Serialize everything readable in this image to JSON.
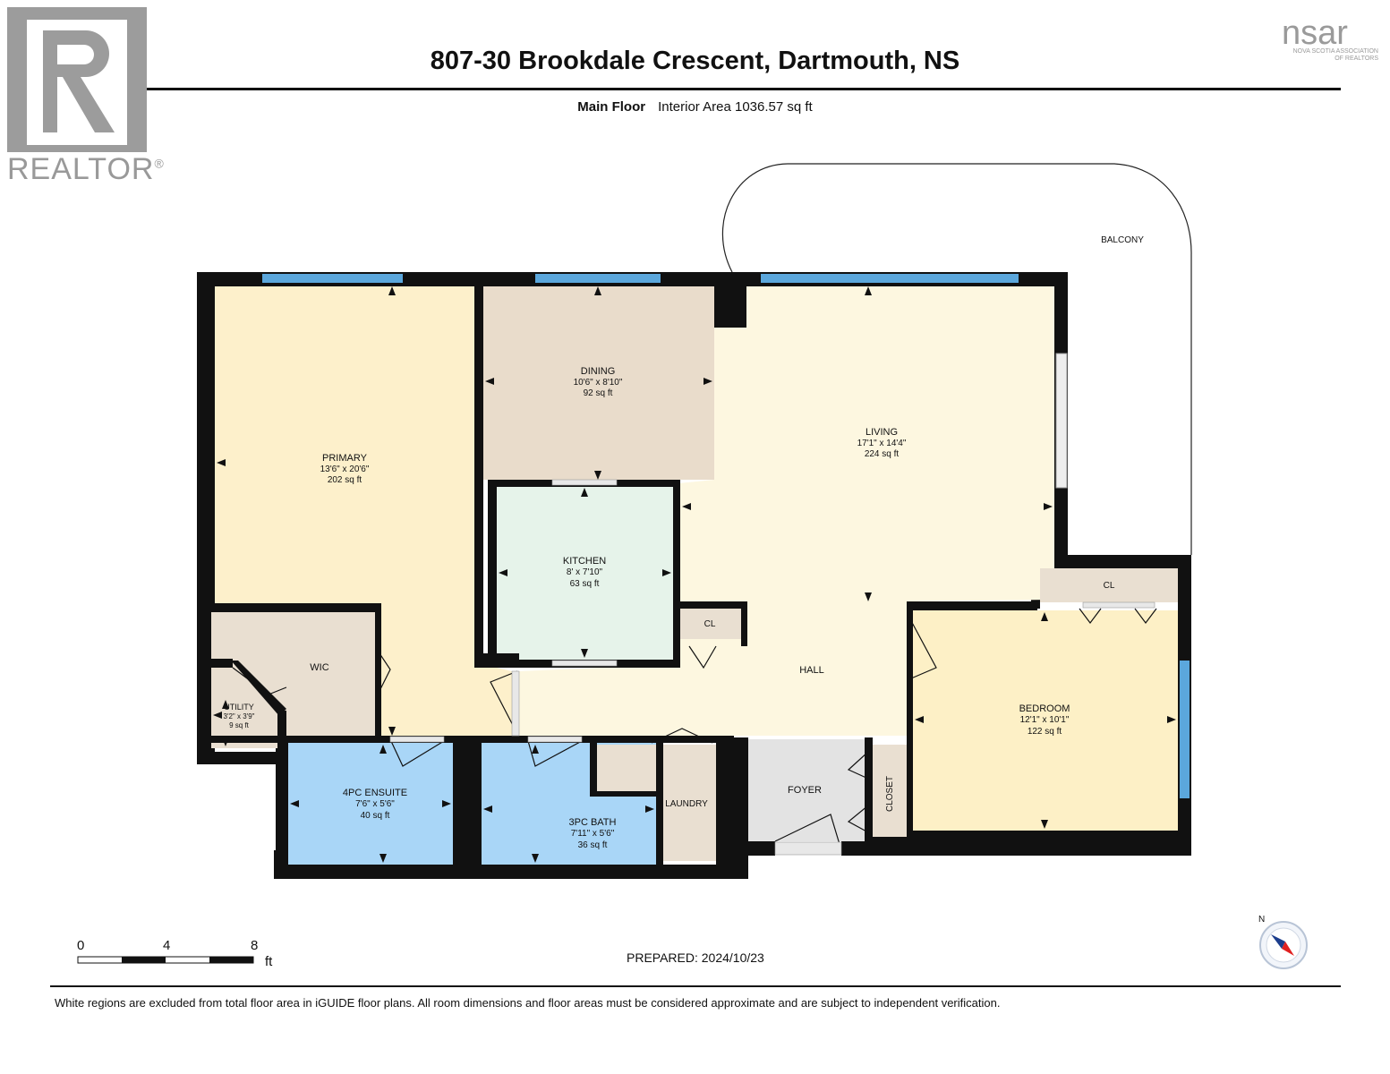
{
  "header": {
    "title": "807-30 Brookdale Crescent, Dartmouth, NS",
    "floor_label": "Main Floor",
    "area_text": "Interior Area 1036.57 sq ft"
  },
  "logos": {
    "realtor_text": "REALTOR",
    "realtor_mark": "®",
    "nsar_text": "nsar",
    "nsar_subtext": "NOVA SCOTIA ASSOCIATION OF REALTORS"
  },
  "rooms": {
    "primary": {
      "name": "PRIMARY",
      "dims": "13'6\" x 20'6\"",
      "area": "202 sq ft"
    },
    "dining": {
      "name": "DINING",
      "dims": "10'6\" x 8'10\"",
      "area": "92 sq ft"
    },
    "living": {
      "name": "LIVING",
      "dims": "17'1\" x 14'4\"",
      "area": "224 sq ft"
    },
    "kitchen": {
      "name": "KITCHEN",
      "dims": "8' x 7'10\"",
      "area": "63 sq ft"
    },
    "wic": {
      "name": "WIC"
    },
    "utility": {
      "name": "UTILITY",
      "dims": "3'2\" x 3'9\"",
      "area": "9 sq ft"
    },
    "ensuite": {
      "name": "4PC ENSUITE",
      "dims": "7'6\" x 5'6\"",
      "area": "40 sq ft"
    },
    "bath": {
      "name": "3PC BATH",
      "dims": "7'11\" x 5'6\"",
      "area": "36 sq ft"
    },
    "laundry": {
      "name": "LAUNDRY"
    },
    "foyer": {
      "name": "FOYER"
    },
    "closet": {
      "name": "CLOSET"
    },
    "hall": {
      "name": "HALL"
    },
    "cl_hall": {
      "name": "CL"
    },
    "cl_bedroom": {
      "name": "CL"
    },
    "bedroom": {
      "name": "BEDROOM",
      "dims": "12'1\" x 10'1\"",
      "area": "122 sq ft"
    },
    "balcony": {
      "name": "BALCONY"
    }
  },
  "scale": {
    "labels": [
      "0",
      "4",
      "8"
    ],
    "unit": "ft"
  },
  "compass": {
    "label": "N"
  },
  "footer": {
    "prepared": "PREPARED: 2024/10/23",
    "disclaimer": "White regions are excluded from total floor area in iGUIDE floor plans. All room dimensions and floor areas must be considered approximate and are subject to independent verification."
  },
  "colors": {
    "primary": "#fdf0cb",
    "dining": "#e9dccb",
    "living": "#fdf7e0",
    "kitchen": "#e6f3ea",
    "bath": "#a9d6f7",
    "neutral": "#e9dfd1",
    "foyer": "#e3e3e3",
    "bedroom": "#fdf0c6",
    "wall": "#111111",
    "window": "#5ba7dc"
  }
}
